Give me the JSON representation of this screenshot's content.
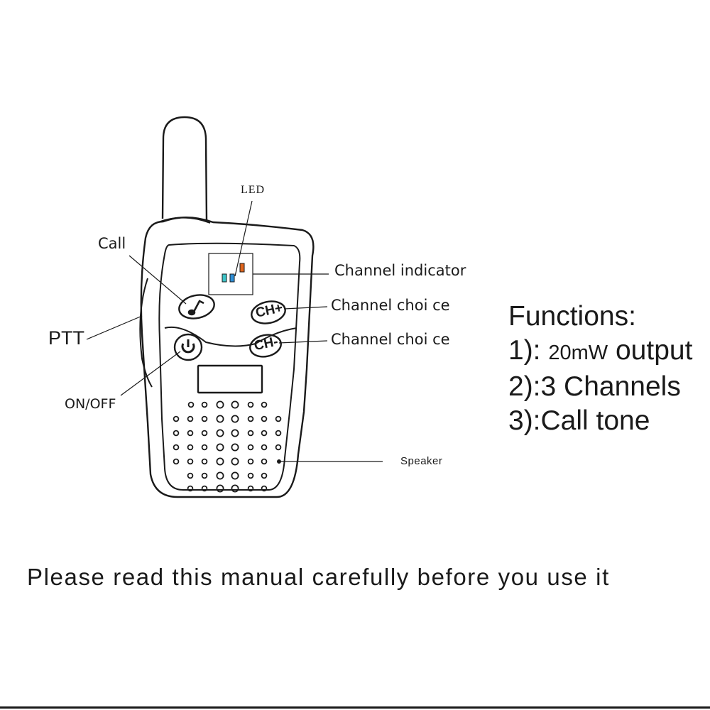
{
  "labels": {
    "led": "LED",
    "call": "Call",
    "channel_indicator": "Channel indicator",
    "channel_choice_up": "Channel choi ce",
    "channel_choice_down": "Channel choi ce",
    "ptt": "PTT",
    "on_off": "ON/OFF",
    "speaker": "Speaker"
  },
  "buttons": {
    "ch_up": "CH+",
    "ch_down": "CH-"
  },
  "icons": {
    "call": "music-note-icon",
    "power": "power-icon"
  },
  "functions": {
    "heading": "Functions:",
    "item1_prefix": "1): ",
    "item1_power": "20mW",
    "item1_suffix": " output",
    "item2": "2):3 Channels",
    "item3": "3):Call tone"
  },
  "footer": "Please read this manual carefully before you use  it",
  "colors": {
    "led_cyan": "#3cc4c8",
    "led_blue": "#2e8fd6",
    "led_orange": "#e0651d",
    "line": "#1a1a1a"
  }
}
